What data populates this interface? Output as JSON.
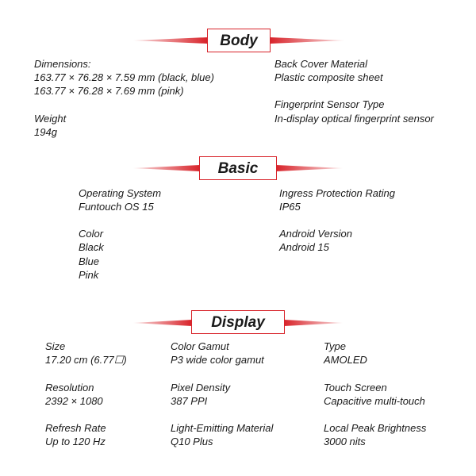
{
  "sections": {
    "body": {
      "title": "Body",
      "dimensions_label": "Dimensions:",
      "dimensions_line1": "163.77 × 76.28 × 7.59 mm (black, blue)",
      "dimensions_line2": "163.77 × 76.28 × 7.69 mm (pink)",
      "weight_label": "Weight",
      "weight_value": "194g",
      "back_cover_label": "Back Cover Material",
      "back_cover_value": "Plastic composite sheet",
      "fingerprint_label": "Fingerprint Sensor Type",
      "fingerprint_value": "In-display optical fingerprint sensor"
    },
    "basic": {
      "title": "Basic",
      "os_label": "Operating System",
      "os_value": "Funtouch OS 15",
      "color_label": "Color",
      "colors": [
        "Black",
        "Blue",
        "Pink"
      ],
      "ip_label": "Ingress Protection Rating",
      "ip_value": "IP65",
      "android_label": "Android Version",
      "android_value": "Android 15"
    },
    "display": {
      "title": "Display",
      "size_label": "Size",
      "size_value": "17.20 cm (6.77☐)",
      "resolution_label": "Resolution",
      "resolution_value": "2392 × 1080",
      "refresh_label": "Refresh Rate",
      "refresh_value": "Up to 120 Hz",
      "gamut_label": "Color Gamut",
      "gamut_value": "P3 wide color gamut",
      "density_label": "Pixel Density",
      "density_value": "387 PPI",
      "material_label": "Light-Emitting Material",
      "material_value": "Q10 Plus",
      "type_label": "Type",
      "type_value": "AMOLED",
      "touch_label": "Touch Screen",
      "touch_value": "Capacitive multi-touch",
      "brightness_label": "Local Peak Brightness",
      "brightness_value": "3000 nits"
    }
  },
  "colors": {
    "accent": "#d8232a",
    "text": "#1a1a1a"
  }
}
